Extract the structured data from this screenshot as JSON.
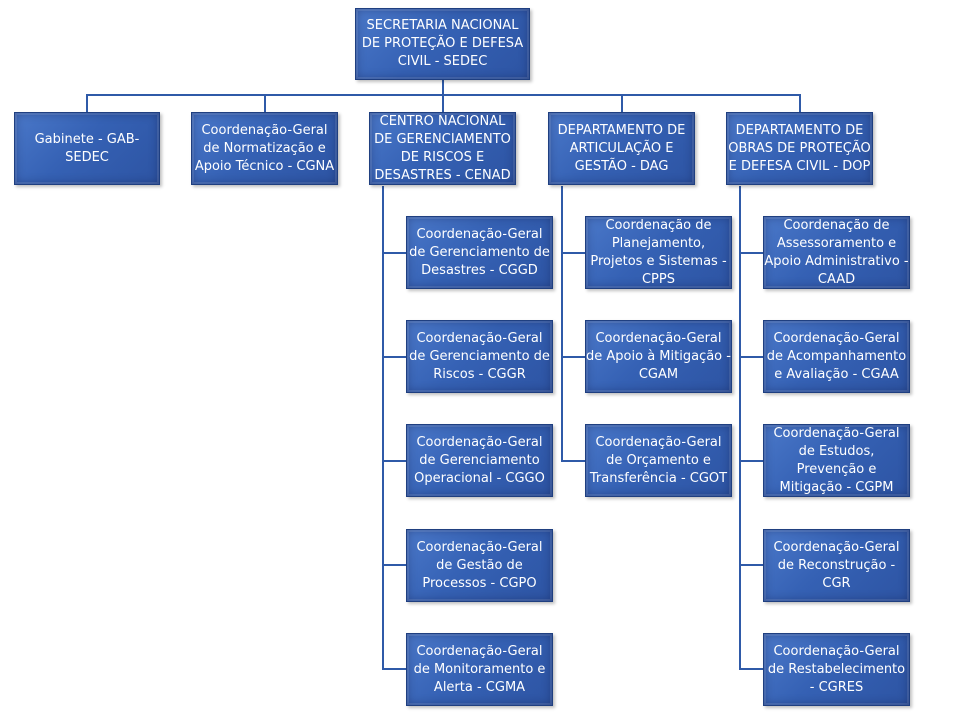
{
  "root": {
    "label": "SECRETARIA NACIONAL DE PROTEÇÃO E DEFESA CIVIL - SEDEC"
  },
  "level1": [
    {
      "id": "gab",
      "label": "Gabinete - GAB-SEDEC"
    },
    {
      "id": "cgna",
      "label": "Coordenação-Geral de Normatização e Apoio Técnico - CGNA"
    },
    {
      "id": "cenad",
      "label": "CENTRO NACIONAL DE GERENCIAMENTO DE RISCOS E DESASTRES - CENAD"
    },
    {
      "id": "dag",
      "label": "DEPARTAMENTO DE ARTICULAÇÃO E GESTÃO - DAG"
    },
    {
      "id": "dop",
      "label": "DEPARTAMENTO DE OBRAS DE PROTEÇÃO E DEFESA CIVIL - DOP"
    }
  ],
  "cenad_children": [
    {
      "id": "cggd",
      "label": "Coordenação-Geral de Gerenciamento de Desastres - CGGD"
    },
    {
      "id": "cggr",
      "label": "Coordenação-Geral de Gerenciamento de Riscos - CGGR"
    },
    {
      "id": "cggo",
      "label": "Coordenação-Geral de Gerenciamento Operacional - CGGO"
    },
    {
      "id": "cgpo",
      "label": "Coordenação-Geral de Gestão de Processos - CGPO"
    },
    {
      "id": "cgma",
      "label": "Coordenação-Geral de Monitoramento e Alerta - CGMA"
    }
  ],
  "dag_children": [
    {
      "id": "cpps",
      "label": "Coordenação de Planejamento, Projetos e Sistemas - CPPS"
    },
    {
      "id": "cgam",
      "label": "Coordenação-Geral de Apoio à Mitigação - CGAM"
    },
    {
      "id": "cgot",
      "label": "Coordenação-Geral de Orçamento e Transferência - CGOT"
    }
  ],
  "dop_children": [
    {
      "id": "caad",
      "label": "Coordenação de Assessoramento e Apoio Administrativo - CAAD"
    },
    {
      "id": "cgaa",
      "label": "Coordenação-Geral de Acompanhamento e Avaliação - CGAA"
    },
    {
      "id": "cgpm",
      "label": "Coordenação-Geral de Estudos, Prevenção e Mitigação - CGPM"
    },
    {
      "id": "cgr",
      "label": "Coordenação-Geral de Reconstrução - CGR"
    },
    {
      "id": "cgres",
      "label": "Coordenação-Geral de Restabelecimento - CGRES"
    }
  ]
}
